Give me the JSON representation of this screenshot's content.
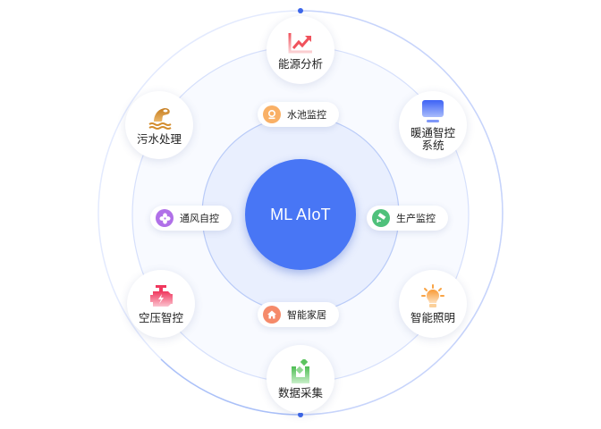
{
  "center": {
    "label": "ML AIoT",
    "color": "#4876f5"
  },
  "outer_nodes": [
    {
      "id": "energy",
      "label": "能源分析",
      "icon": "trend-chart-icon",
      "color": "#f0626a"
    },
    {
      "id": "hvac",
      "label": "暖通智控系统",
      "label_line1": "暖通智控",
      "label_line2": "系统",
      "icon": "monitor-icon",
      "color": "#4f6ff7"
    },
    {
      "id": "lighting",
      "label": "智能照明",
      "icon": "lightbulb-icon",
      "color": "#f9a445"
    },
    {
      "id": "data",
      "label": "数据采集",
      "icon": "data-collect-icon",
      "color": "#5cc45f"
    },
    {
      "id": "compressor",
      "label": "空压智控",
      "icon": "engine-icon",
      "color": "#f2476a"
    },
    {
      "id": "sewage",
      "label": "污水处理",
      "icon": "sewage-icon",
      "color": "#d38c2c"
    }
  ],
  "inner_pills": [
    {
      "id": "pool",
      "label": "水池监控",
      "icon": "camera-icon",
      "color": "#f9b066"
    },
    {
      "id": "production",
      "label": "生产监控",
      "icon": "cctv-icon",
      "color": "#4fc17b"
    },
    {
      "id": "home",
      "label": "智能家居",
      "icon": "home-icon",
      "color": "#f58a6a"
    },
    {
      "id": "ventilation",
      "label": "通风自控",
      "icon": "fan-icon",
      "color": "#b070e8"
    }
  ]
}
